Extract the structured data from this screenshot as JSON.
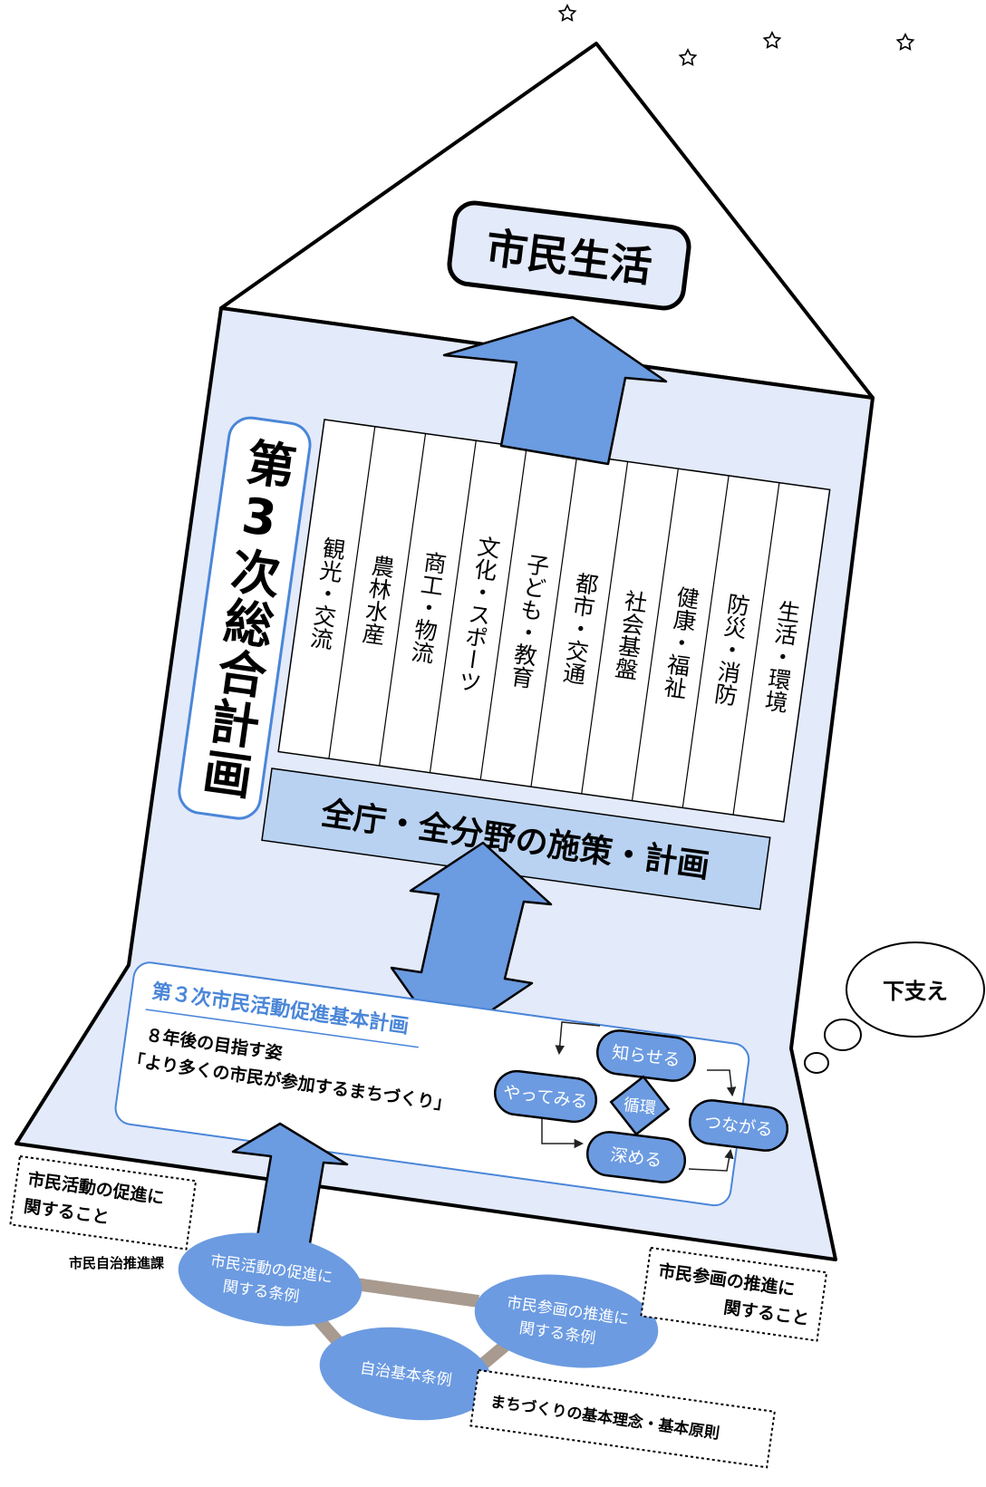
{
  "roof_title": "市民生活",
  "plan_title": "第3次総合計画",
  "fields": [
    "観光・交流",
    "農林水産",
    "商工・物流",
    "文化・スポーツ",
    "子ども・教育",
    "都市・交通",
    "社会基盤",
    "健康・福祉",
    "防災・消防",
    "生活・環境"
  ],
  "band_label": "全庁・全分野の施策・計画",
  "thought_label": "下支え",
  "activity_plan": {
    "title": "第３次市民活動促進基本計画",
    "goal_label": "８年後の目指す姿",
    "goal_text": "「より多くの市民が参加するまちづくり」",
    "cycle_center": "循環",
    "cycle_steps": [
      "知らせる",
      "つながる",
      "深める",
      "やってみる"
    ]
  },
  "ordinances": {
    "left": {
      "line1": "市民活動の促進に",
      "line2": "関する条例"
    },
    "right": {
      "line1": "市民参画の推進に",
      "line2": "関する条例"
    },
    "bottom": "自治基本条例"
  },
  "notes": {
    "left": {
      "line1": "市民活動の促進に",
      "line2": "関すること"
    },
    "right": {
      "line1": "市民参画の推進に",
      "line2": "関すること"
    },
    "bottom": "まちづくりの基本理念・基本原則"
  },
  "department": "市民自治推進課",
  "colors": {
    "house_fill": "#e3eafa",
    "arrow_fill": "#6b9be0",
    "band_fill": "#b9d2f1",
    "ellipse_fill": "#6c9be1",
    "pill_fill": "#6c9be1",
    "accent_text": "#4a86d8",
    "connector": "#a89a8e"
  }
}
